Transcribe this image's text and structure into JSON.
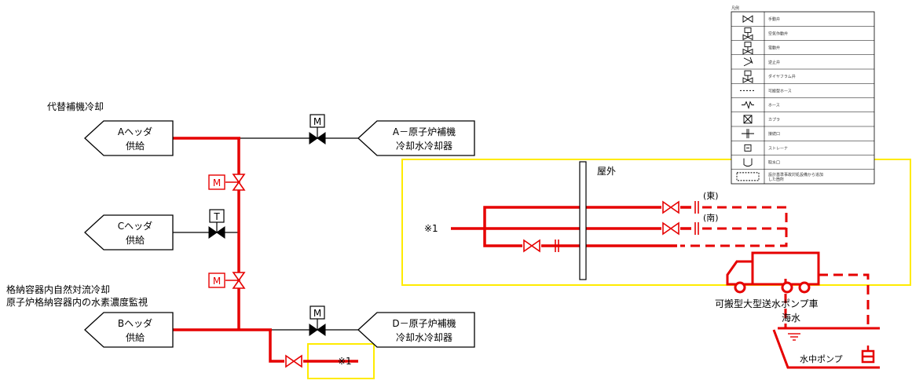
{
  "colors": {
    "pipe": "#e60000",
    "line": "#000000",
    "highlight": "#ffeb00"
  },
  "labels": {
    "alt_cooling": "代替補機冷却",
    "natural_cooling": "格納容器内自然対流冷却",
    "hydrogen_monitor": "原子炉格納容器内の水素濃度監視",
    "outdoor": "屋外",
    "east": "(東)",
    "south": "(南)",
    "note_mark": "※1",
    "note_mark_right": "※1",
    "pump_truck": "可搬型大型送水ポンプ車",
    "seawater": "海水",
    "submersible_pump": "水中ポンプ"
  },
  "headers": {
    "a": {
      "line1": "Aヘッダ",
      "line2": "供給"
    },
    "c": {
      "line1": "Cヘッダ",
      "line2": "供給"
    },
    "b": {
      "line1": "Bヘッダ",
      "line2": "供給"
    }
  },
  "coolers": {
    "a": {
      "line1": "A－原子炉補機",
      "line2": "冷却水冷却器"
    },
    "d": {
      "line1": "D－原子炉補機",
      "line2": "冷却水冷却器"
    }
  },
  "actuators": {
    "m_top": "M",
    "t_mid": "T",
    "m_bottom": "M"
  },
  "legend": {
    "title": "凡例",
    "items": [
      {
        "symbol": "manual-valve-icon",
        "label": "手動弁"
      },
      {
        "symbol": "air-operated-valve-icon",
        "label": "空気作動弁"
      },
      {
        "symbol": "motor-valve-icon",
        "label": "電動弁"
      },
      {
        "symbol": "check-valve-icon",
        "label": "逆止弁"
      },
      {
        "symbol": "diaphragm-valve-icon",
        "label": "ダイヤフラム弁"
      },
      {
        "symbol": "flexible-hose-icon",
        "label": "可搬型ホース"
      },
      {
        "symbol": "hose-icon",
        "label": "ホース"
      },
      {
        "symbol": "coupling-icon",
        "label": "カプラ"
      },
      {
        "symbol": "connection-port-icon",
        "label": "接続口"
      },
      {
        "symbol": "strainer-icon",
        "label": "ストレーナ"
      },
      {
        "symbol": "water-intake-icon",
        "label": "取水口"
      },
      {
        "symbol": "added-area-icon",
        "label": "設計基準事故対処設備から追加した箇所"
      }
    ]
  }
}
